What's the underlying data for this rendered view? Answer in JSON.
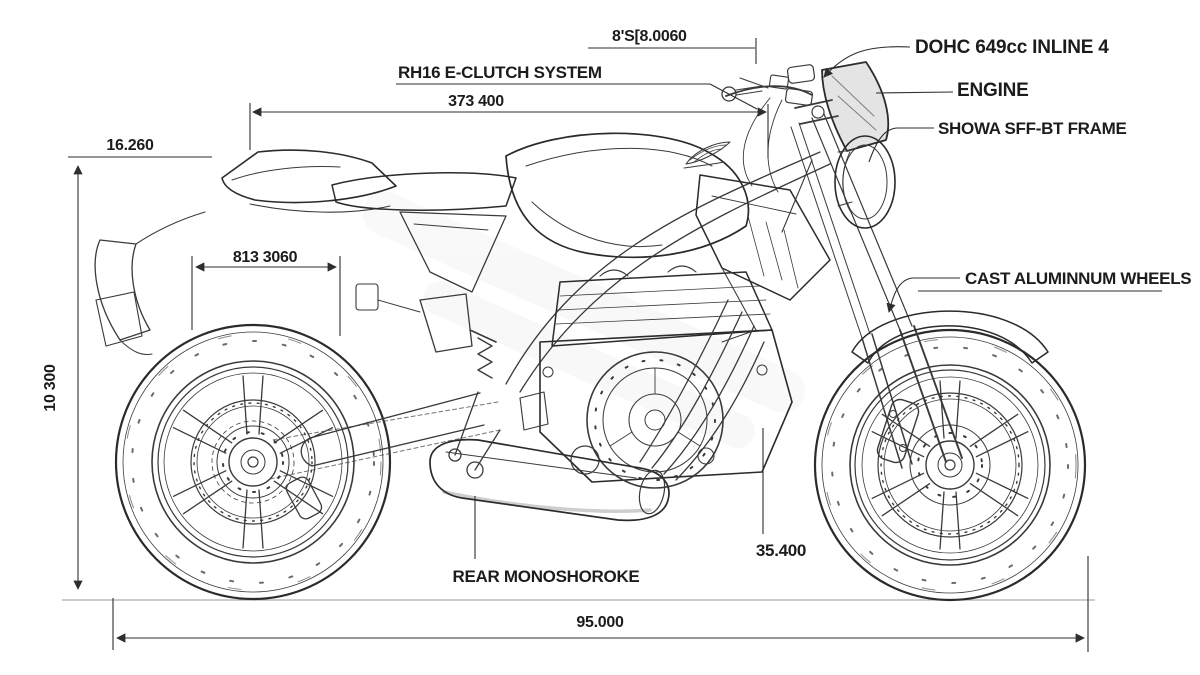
{
  "diagram": {
    "subject": "motorcycle-blueprint",
    "labels": {
      "dim_top": "8'S[8.0060",
      "eclutch": "RH16 E-CLUTCH SYSTEM",
      "dim_373": "373 400",
      "dim_16": "16.260",
      "dim_813": "813 3060",
      "dim_height": "10 300",
      "dim_35": "35.400",
      "monoshock": "REAR MONOSHOROKE",
      "dim_overall": "95.000",
      "dohc": "DOHC 649cc INLINE 4",
      "engine": "ENGINE",
      "frame": "SHOWA SFF-BT FRAME",
      "wheels": "CAST ALUMINNUM WHEELS"
    },
    "colors": {
      "background": "#ffffff",
      "line_art": "#3a3a3a",
      "heavy_line": "#2b2b2b",
      "annotation": "#2e2e2e",
      "label_text": "#1c1c1c"
    }
  }
}
